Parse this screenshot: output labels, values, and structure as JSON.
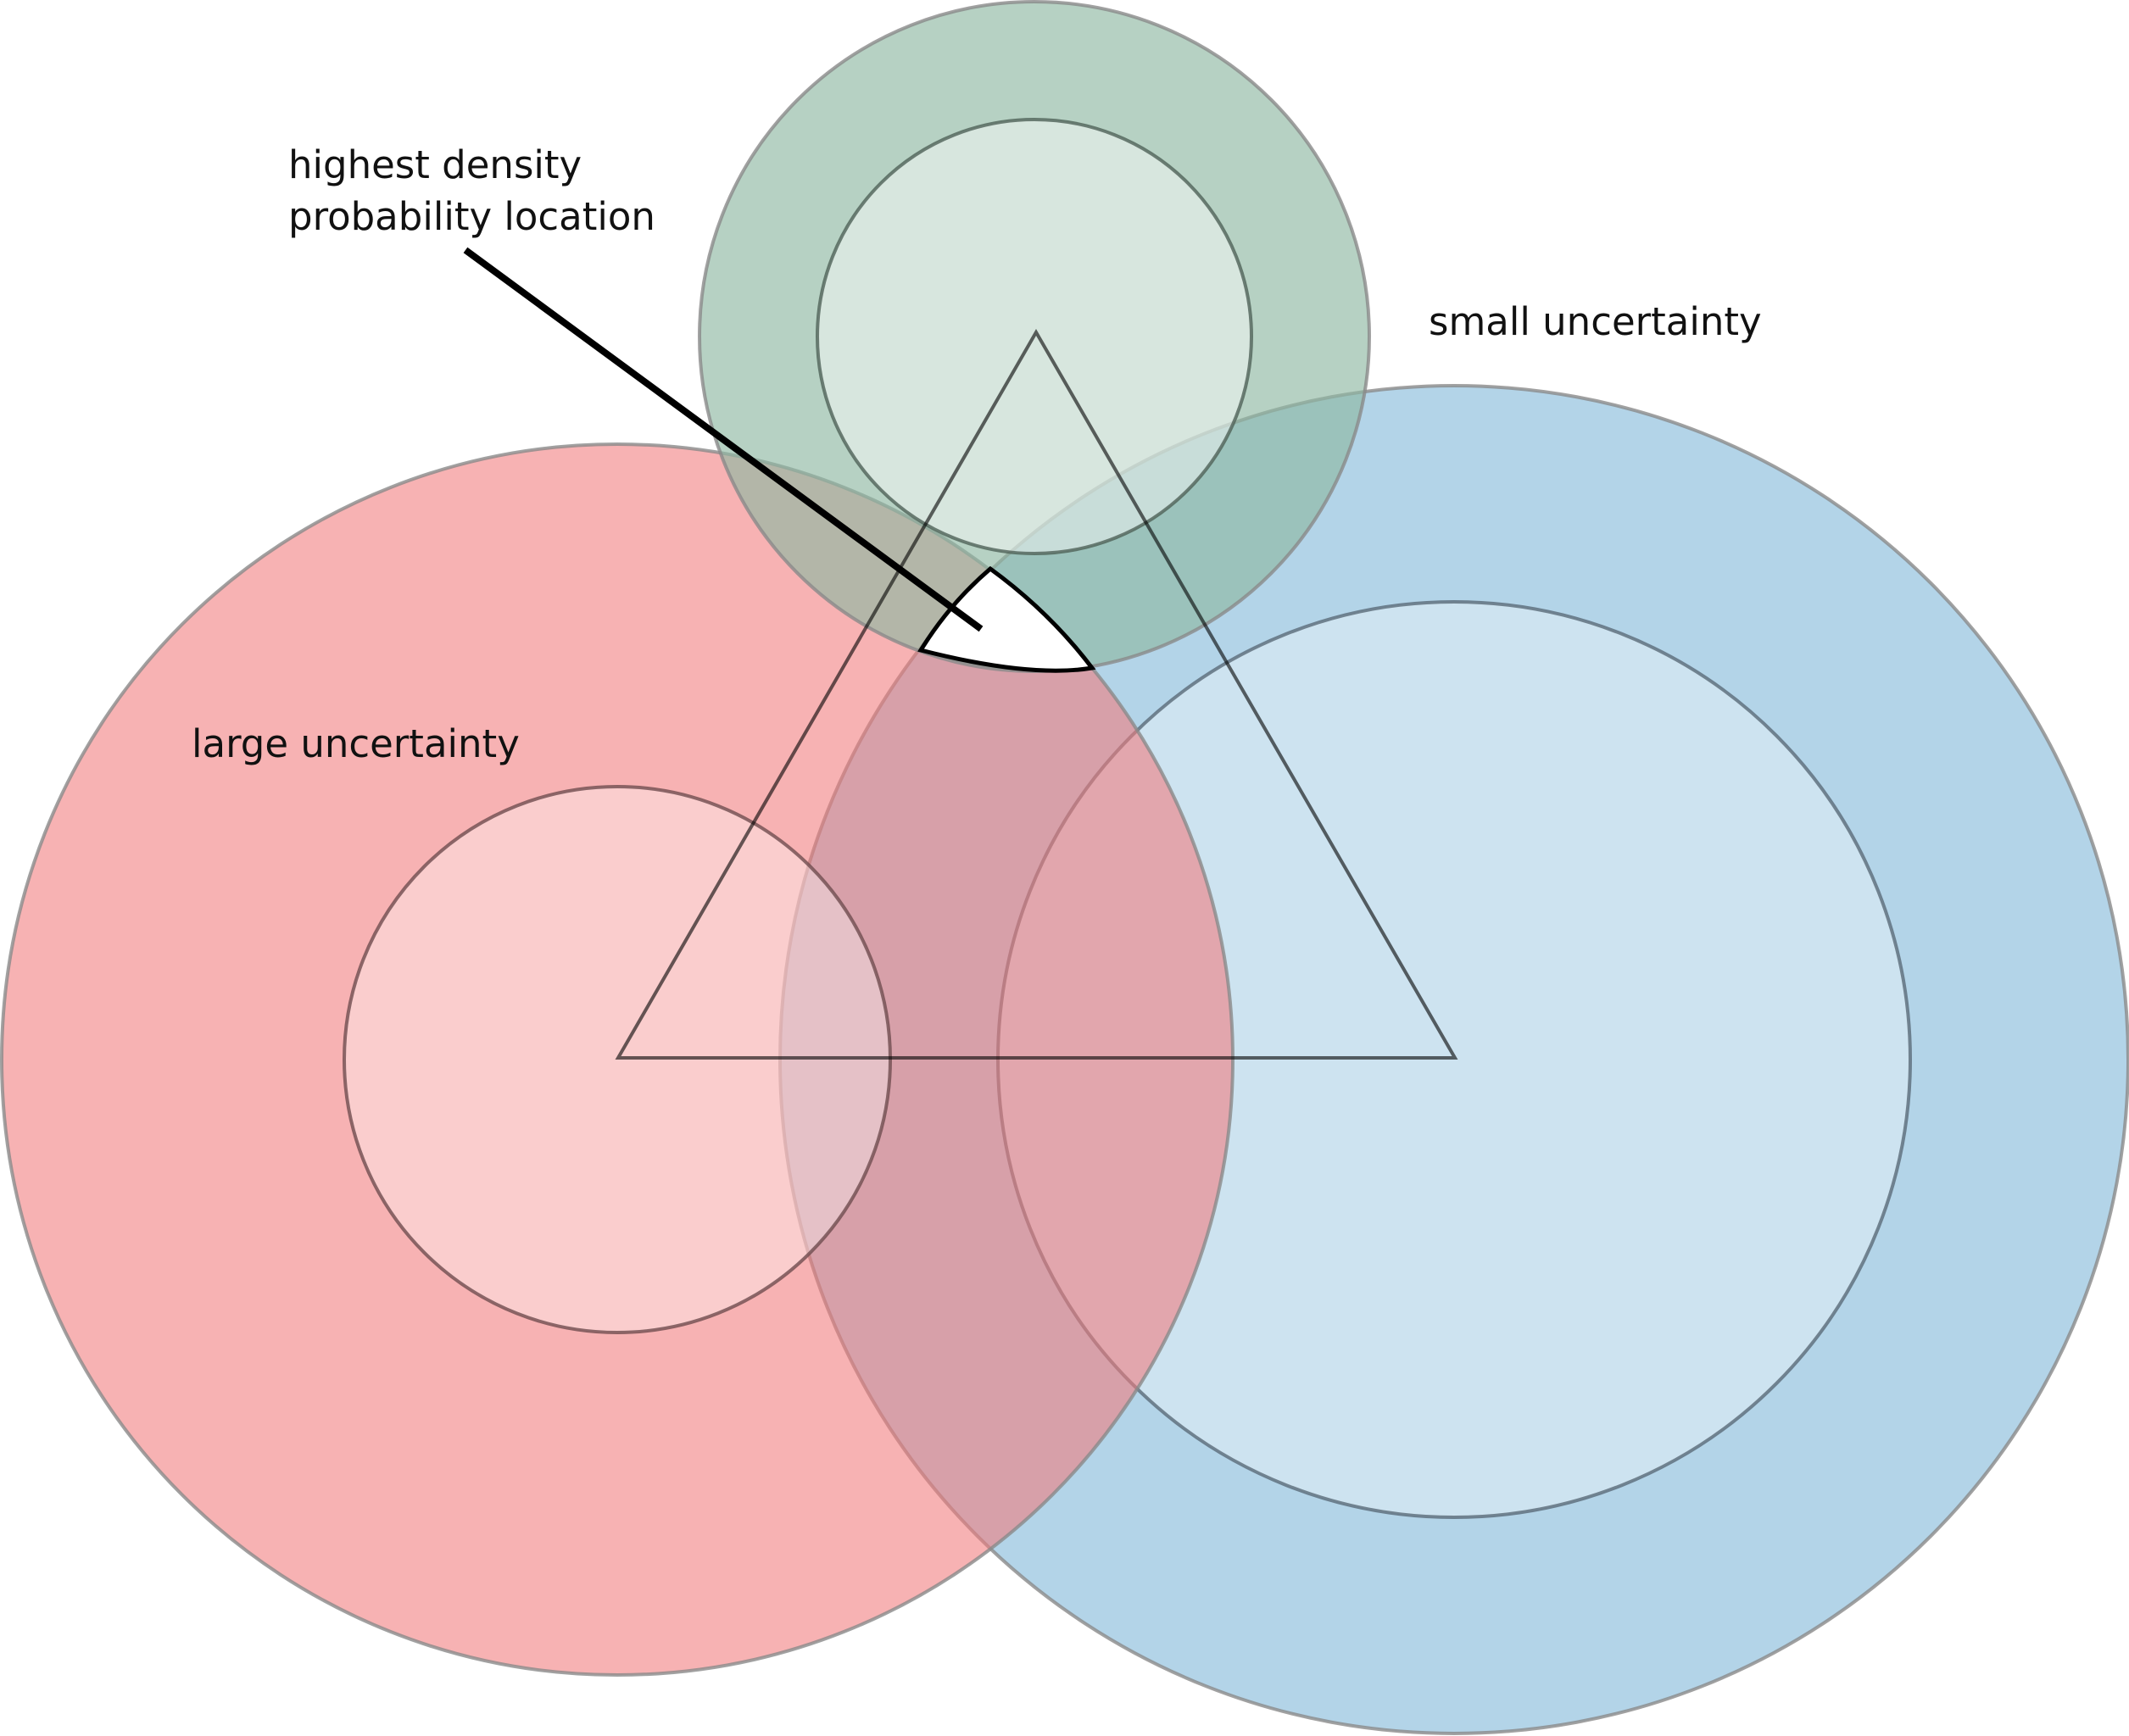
{
  "labels": {
    "highest_density_line1": "highest density",
    "highest_density_line2": "probability location",
    "small_uncertainty": "small uncertainty",
    "large_uncertainty": "large uncertainty"
  },
  "colors": {
    "green_outer": "#8fb9a3",
    "green_inner": "#c8ded5",
    "red_outer": "#f27a7c",
    "red_inner": "#fcc6c8",
    "blue_outer": "#75b1d6",
    "blue_inner": "#c9e0f0",
    "outline": "#000000",
    "highlight_region": "#ffffff"
  },
  "icons": {
    "pointer": "leader-line",
    "region": "highest-density-region"
  }
}
